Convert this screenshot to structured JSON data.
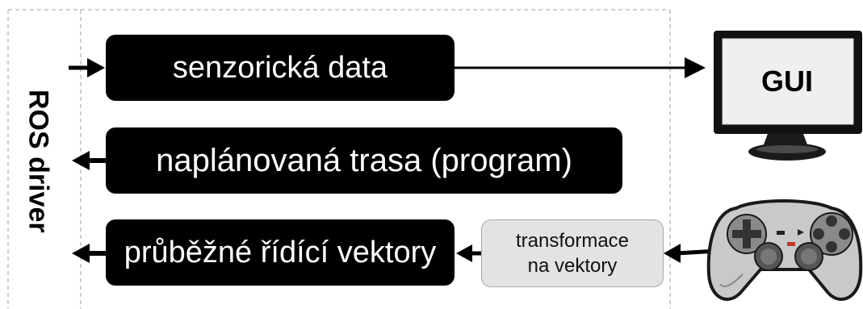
{
  "side_label": "ROS driver",
  "flows": {
    "sensor_data": "senzorická data",
    "planned_path": "naplánovaná trasa (program)",
    "control_vectors": "průběžné řídící vektory"
  },
  "transform_box": {
    "line1": "transformace",
    "line2": "na vektory"
  },
  "gui_label": "GUI",
  "icons": [
    "monitor-icon",
    "gamepad-icon"
  ]
}
